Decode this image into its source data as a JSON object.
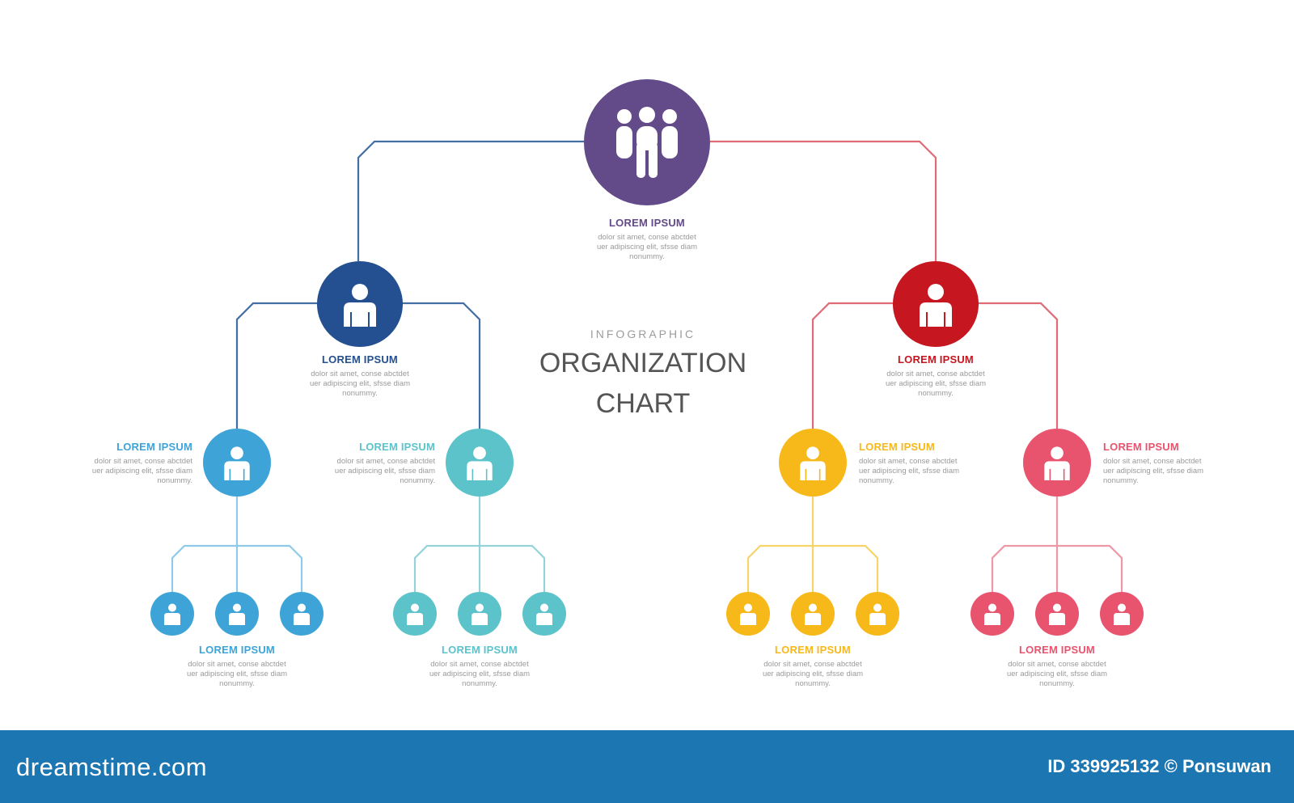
{
  "title": {
    "kicker": "INFOGRAPHIC",
    "line1": "ORGANIZATION",
    "line2": "CHART"
  },
  "colors": {
    "purple": "#634a89",
    "navy": "#244f90",
    "red": "#c6161f",
    "blue": "#3ea4d8",
    "teal": "#5cc3cb",
    "yellow": "#f7b81a",
    "pink": "#e8546e",
    "line_blue": "#436fa4",
    "line_red": "#e06b76",
    "line_lightblue": "#8fcbe8",
    "line_teal": "#94d3d9",
    "line_yellow": "#f7d46a",
    "line_pink": "#ee97a6"
  },
  "nodes": {
    "root": {
      "title": "LOREM IPSUM",
      "desc": [
        "dolor sit amet, conse abctdet",
        "uer adipiscing elit, sfsse diam",
        "nonummy."
      ],
      "icon": "group-icon"
    },
    "left_manager": {
      "title": "LOREM IPSUM",
      "desc": [
        "dolor sit amet, conse abctdet",
        "uer adipiscing elit, sfsse diam",
        "nonummy."
      ],
      "icon": "person-icon"
    },
    "right_manager": {
      "title": "LOREM IPSUM",
      "desc": [
        "dolor sit amet, conse abctdet",
        "uer adipiscing elit, sfsse diam",
        "nonummy."
      ],
      "icon": "person-icon"
    },
    "team_blue": {
      "title": "LOREM IPSUM",
      "desc": [
        "dolor sit amet, conse abctdet",
        "uer adipiscing elit, sfsse diam",
        "nonummy."
      ],
      "icon": "person-icon"
    },
    "team_teal": {
      "title": "LOREM IPSUM",
      "desc": [
        "dolor sit amet, conse abctdet",
        "uer adipiscing elit, sfsse diam",
        "nonummy."
      ],
      "icon": "person-icon"
    },
    "team_yellow": {
      "title": "LOREM IPSUM",
      "desc": [
        "dolor sit amet, conse abctdet",
        "uer adipiscing elit, sfsse diam",
        "nonummy."
      ],
      "icon": "person-icon"
    },
    "team_pink": {
      "title": "LOREM IPSUM",
      "desc": [
        "dolor sit amet, conse abctdet",
        "uer adipiscing elit, sfsse diam",
        "nonummy."
      ],
      "icon": "person-icon"
    },
    "group_blue": {
      "title": "LOREM IPSUM",
      "desc": [
        "dolor sit amet, conse abctdet",
        "uer adipiscing elit, sfsse diam",
        "nonummy."
      ],
      "icon": "person-icon"
    },
    "group_teal": {
      "title": "LOREM IPSUM",
      "desc": [
        "dolor sit amet, conse abctdet",
        "uer adipiscing elit, sfsse diam",
        "nonummy."
      ],
      "icon": "person-icon"
    },
    "group_yellow": {
      "title": "LOREM IPSUM",
      "desc": [
        "dolor sit amet, conse abctdet",
        "uer adipiscing elit, sfsse diam",
        "nonummy."
      ],
      "icon": "person-icon"
    },
    "group_pink": {
      "title": "LOREM IPSUM",
      "desc": [
        "dolor sit amet, conse abctdet",
        "uer adipiscing elit, sfsse diam",
        "nonummy."
      ],
      "icon": "person-icon"
    }
  },
  "footer": {
    "brand": "dreamstime.com",
    "credit": "ID 339925132 © Ponsuwan"
  }
}
